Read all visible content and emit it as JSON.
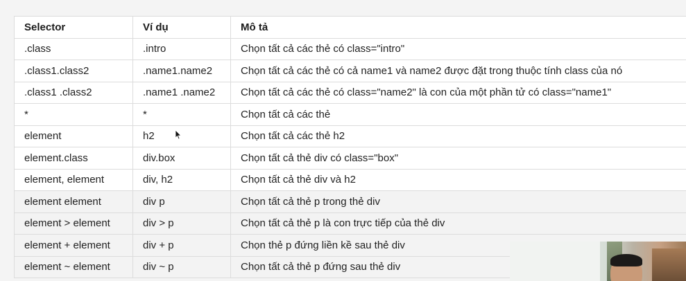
{
  "table": {
    "headers": {
      "selector": "Selector",
      "example": "Ví dụ",
      "description": "Mô tả"
    },
    "rows": [
      {
        "selector": ".class",
        "example": ".intro",
        "description": "Chọn tất cả các thẻ có class=\"intro\""
      },
      {
        "selector": ".class1.class2",
        "example": ".name1.name2",
        "description": "Chọn tất cả các thẻ có cả name1 và name2 được đặt trong thuộc tính class của nó"
      },
      {
        "selector": ".class1 .class2",
        "example": ".name1 .name2",
        "description": "Chọn tất cả các thẻ có class=\"name2\" là con của một phần tử có class=\"name1\""
      },
      {
        "selector": "*",
        "example": "*",
        "description": "Chọn tất cả các thẻ"
      },
      {
        "selector": "element",
        "example": "h2",
        "description": "Chọn tất cả các thẻ h2"
      },
      {
        "selector": "element.class",
        "example": "div.box",
        "description": "Chọn tất cả thẻ div có class=\"box\""
      },
      {
        "selector": "element, element",
        "example": "div, h2",
        "description": "Chọn tất cả thẻ div và h2"
      },
      {
        "selector": "element element",
        "example": "div p",
        "description": "Chọn tất cả thẻ p trong thẻ div"
      },
      {
        "selector": "element > element",
        "example": "div > p",
        "description": "Chọn tất cả thẻ p là con trực tiếp của thẻ div"
      },
      {
        "selector": "element + element",
        "example": "div + p",
        "description": "Chọn thẻ p đứng liền kề sau thẻ div"
      },
      {
        "selector": "element ~ element",
        "example": "div ~ p",
        "description": "Chọn tất cả thẻ p đứng sau thẻ div"
      }
    ]
  },
  "icons": {
    "cursor": "mouse-pointer-icon"
  }
}
